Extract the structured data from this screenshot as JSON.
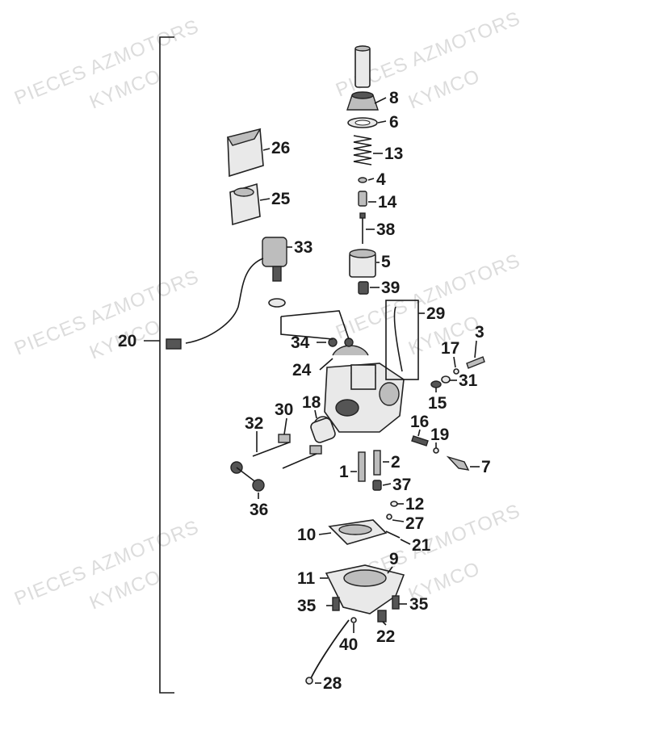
{
  "watermark": {
    "line1": "PIECES AZMOTORS",
    "line2": "KYMCO",
    "color": "#dcdcdc"
  },
  "labels": [
    "8",
    "6",
    "13",
    "4",
    "14",
    "38",
    "5",
    "39",
    "26",
    "25",
    "33",
    "20",
    "34",
    "24",
    "29",
    "17",
    "3",
    "31",
    "15",
    "18",
    "30",
    "32",
    "16",
    "19",
    "7",
    "1",
    "2",
    "37",
    "12",
    "27",
    "10",
    "21",
    "36",
    "9",
    "11",
    "35",
    "35",
    "40",
    "22",
    "28"
  ]
}
